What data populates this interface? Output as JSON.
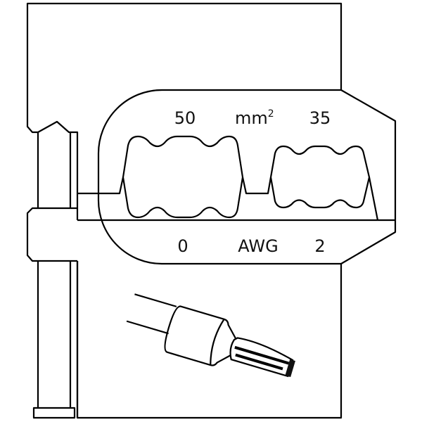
{
  "labels": {
    "mm_size_large": "50",
    "mm_unit": "mm",
    "mm_superscript": "2",
    "mm_size_small": "35",
    "awg_size_large": "0",
    "awg_unit": "AWG",
    "awg_size_small": "2"
  },
  "colors": {
    "stroke": "#000000",
    "background": "#ffffff"
  }
}
